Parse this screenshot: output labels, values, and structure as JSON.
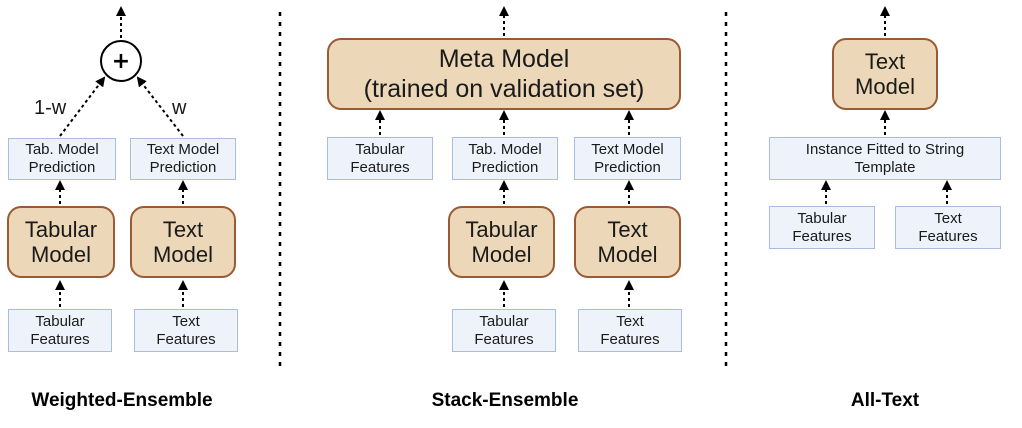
{
  "weighted": {
    "title": "Weighted-Ensemble",
    "combine_symbol": "+",
    "weight_left": "1-w",
    "weight_right": "w",
    "tab_pred": "Tab. Model\nPrediction",
    "text_pred": "Text Model\nPrediction",
    "tab_model": "Tabular\nModel",
    "text_model": "Text\nModel",
    "tab_feat": "Tabular\nFeatures",
    "text_feat": "Text\nFeatures"
  },
  "stack": {
    "title": "Stack-Ensemble",
    "meta_model": "Meta Model\n(trained on validation set)",
    "tab_feat_top": "Tabular\nFeatures",
    "tab_pred": "Tab. Model\nPrediction",
    "text_pred": "Text Model\nPrediction",
    "tab_model": "Tabular\nModel",
    "text_model": "Text\nModel",
    "tab_feat": "Tabular\nFeatures",
    "text_feat": "Text\nFeatures"
  },
  "alltext": {
    "title": "All-Text",
    "text_model": "Text\nModel",
    "template": "Instance Fitted to String\nTemplate",
    "tab_feat": "Tabular\nFeatures",
    "text_feat": "Text\nFeatures"
  },
  "colors": {
    "model_fill": "#ecd7b8",
    "model_border": "#9a5a34",
    "feature_fill": "#eef3fb",
    "feature_border": "#a9bde0"
  }
}
